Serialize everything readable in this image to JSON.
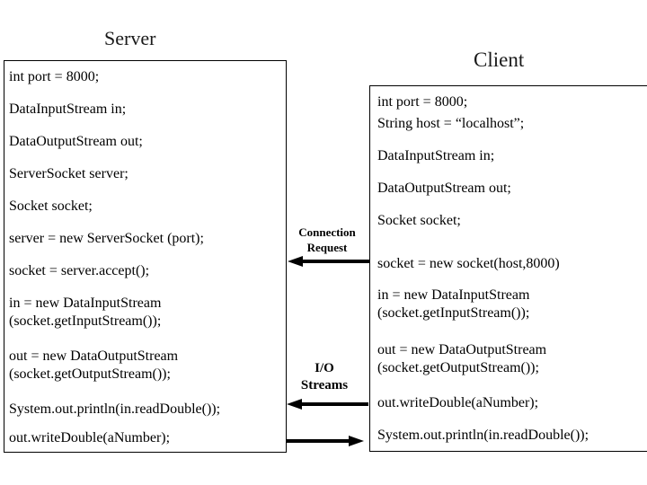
{
  "titles": {
    "server": "Server",
    "client": "Client"
  },
  "server_box": {
    "lines": [
      "int port = 8000;",
      "DataInputStream in;",
      "DataOutputStream out;",
      "ServerSocket server;",
      "Socket socket;",
      "server = new ServerSocket (port);",
      "socket = server.accept();",
      "in = new DataInputStream",
      "(socket.getInputStream());",
      "out = new DataOutputStream",
      "(socket.getOutputStream());",
      "System.out.println(in.readDouble());",
      "out.writeDouble(aNumber);"
    ]
  },
  "client_box": {
    "lines": [
      "int port = 8000;",
      "String host = “localhost”;",
      "DataInputStream in;",
      "DataOutputStream out;",
      "Socket socket;",
      "socket = new socket(host,8000)",
      "in = new DataInputStream",
      "(socket.getInputStream());",
      "out = new DataOutputStream",
      "(socket.getOutputStream());",
      "out.writeDouble(aNumber);",
      "System.out.println(in.readDouble());"
    ]
  },
  "arrows": {
    "connection_request": {
      "label_line1": "Connection",
      "label_line2": "Request",
      "direction": "client-to-server"
    },
    "io_streams": {
      "label_line1": "I/O",
      "label_line2": "Streams",
      "arrow_to_server": "client-to-server",
      "arrow_to_client": "server-to-client"
    }
  },
  "colors": {
    "background": "#ffffff",
    "text": "#000000",
    "border": "#000000",
    "arrow": "#000000"
  }
}
